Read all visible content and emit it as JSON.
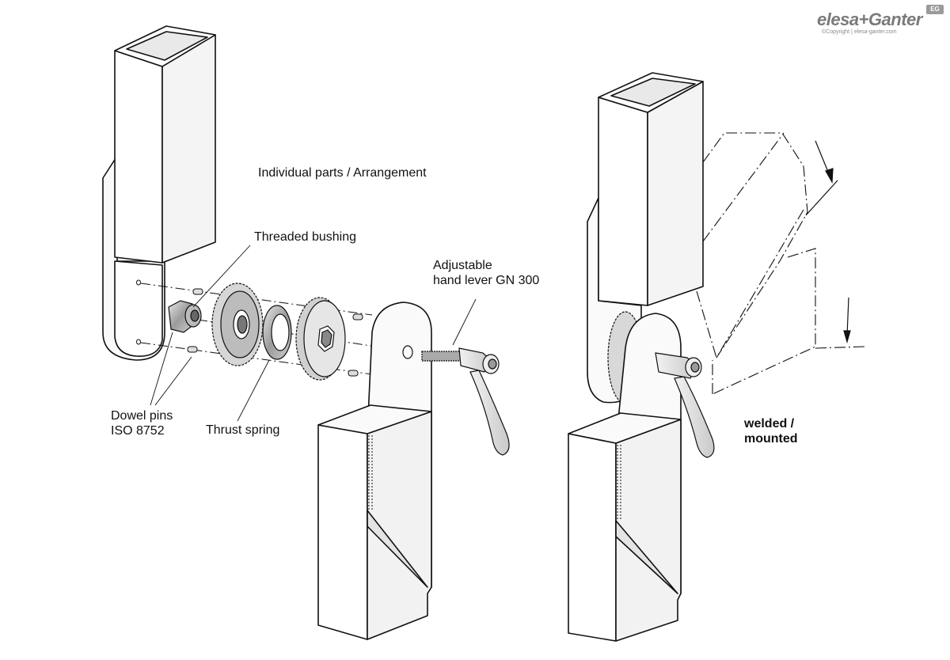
{
  "title": "Individual parts / Arrangement",
  "labels": {
    "threaded_bushing": "Threaded bushing",
    "lever_line1": "Adjustable",
    "lever_line2": "hand lever GN 300",
    "dowel_line1": "Dowel pins",
    "dowel_line2": "ISO 8752",
    "thrust_spring": "Thrust spring",
    "welded_line1": "welded /",
    "welded_line2": "mounted"
  },
  "logo": {
    "wordmark": "elesa+Ganter",
    "copyright": "©Copyright | elesa-ganter.com",
    "badge": "EG"
  },
  "colors": {
    "line": "#111111",
    "shade": "#c8c8c8",
    "logo_gray": "#7a7a7a"
  }
}
